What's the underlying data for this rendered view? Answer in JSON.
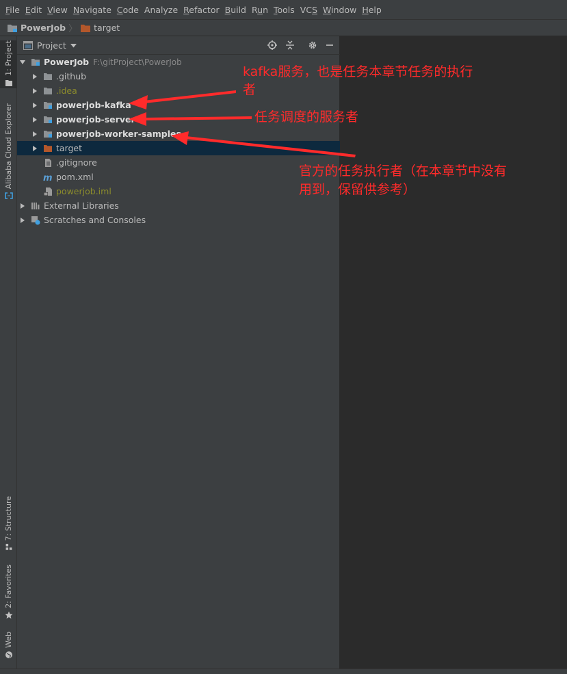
{
  "menu": [
    {
      "key": "F",
      "rest": "ile"
    },
    {
      "key": "E",
      "rest": "dit"
    },
    {
      "key": "V",
      "rest": "iew"
    },
    {
      "key": "N",
      "rest": "avigate"
    },
    {
      "key": "C",
      "rest": "ode"
    },
    {
      "key": "",
      "rest": "Analyze"
    },
    {
      "key": "R",
      "rest": "efactor"
    },
    {
      "key": "B",
      "rest": "uild"
    },
    {
      "key": "",
      "rest": "R",
      "key2": "u",
      "rest2": "n"
    },
    {
      "key": "T",
      "rest": "ools"
    },
    {
      "key": "",
      "rest": "VC",
      "key2": "S",
      "rest2": ""
    },
    {
      "key": "W",
      "rest": "indow"
    },
    {
      "key": "H",
      "rest": "elp"
    }
  ],
  "breadcrumb": {
    "project": "PowerJob",
    "folder": "target"
  },
  "left_strip": {
    "project_tab": "1: Project",
    "cloud_tab": "Alibaba Cloud Explorer",
    "structure_tab": "7: Structure",
    "favorites_tab": "2: Favorites",
    "web_tab": "Web"
  },
  "panel": {
    "title": "Project"
  },
  "tree": {
    "root_name": "PowerJob",
    "root_path": "F:\\gitProject\\PowerJob",
    "github": ".github",
    "idea": ".idea",
    "kafka": "powerjob-kafka",
    "server": "powerjob-server",
    "samples": "powerjob-worker-samples",
    "target": "target",
    "gitignore": ".gitignore",
    "pom": "pom.xml",
    "iml": "powerjob.iml",
    "ext_libs": "External Libraries",
    "scratches": "Scratches and Consoles"
  },
  "annotations": {
    "kafka_note_line1": "kafka服务，也是任务本章节任务的执行",
    "kafka_note_line2": "者",
    "server_note": "任务调度的服务者",
    "samples_note_line1": "官方的任务执行者（在本章节中没有",
    "samples_note_line2": "用到，保留供参考）"
  },
  "colors": {
    "annotation": "#ff2b2b",
    "selection": "#0d293e",
    "folder_orange": "#b3572b",
    "module_blue": "#40a0e0"
  }
}
